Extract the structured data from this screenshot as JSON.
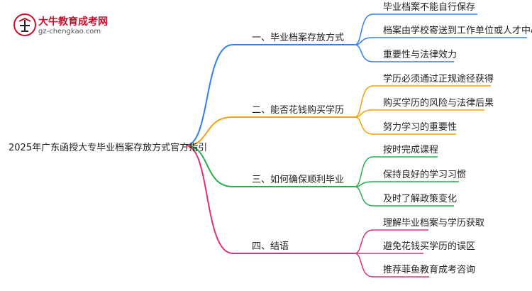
{
  "logo": {
    "name": "大牛教育成考网",
    "domain": "gz-chengkao.com"
  },
  "root": {
    "label": "2025年广东函授大专毕业档案存放方式官方指引"
  },
  "branches": [
    {
      "label": "一、毕业档案存放方式",
      "color": "#2f80ed",
      "children": [
        "毕业档案不能自行保存",
        "档案由学校寄送到工作单位或人才中心",
        "重要性与法律效力"
      ]
    },
    {
      "label": "二、能否花钱购买学历",
      "color": "#f2a20c",
      "children": [
        "学历必须通过正规途径获得",
        "购买学历的风险与法律后果",
        "努力学习的重要性"
      ]
    },
    {
      "label": "三、如何确保顺利毕业",
      "color": "#27ae4f",
      "children": [
        "按时完成课程",
        "保持良好的学习习惯",
        "及时了解政策变化"
      ]
    },
    {
      "label": "四、结语",
      "color": "#e0307a",
      "children": [
        "理解毕业档案与学历获取",
        "避免花钱买学历的误区",
        "推荐菲鱼教育成考咨询"
      ]
    }
  ]
}
